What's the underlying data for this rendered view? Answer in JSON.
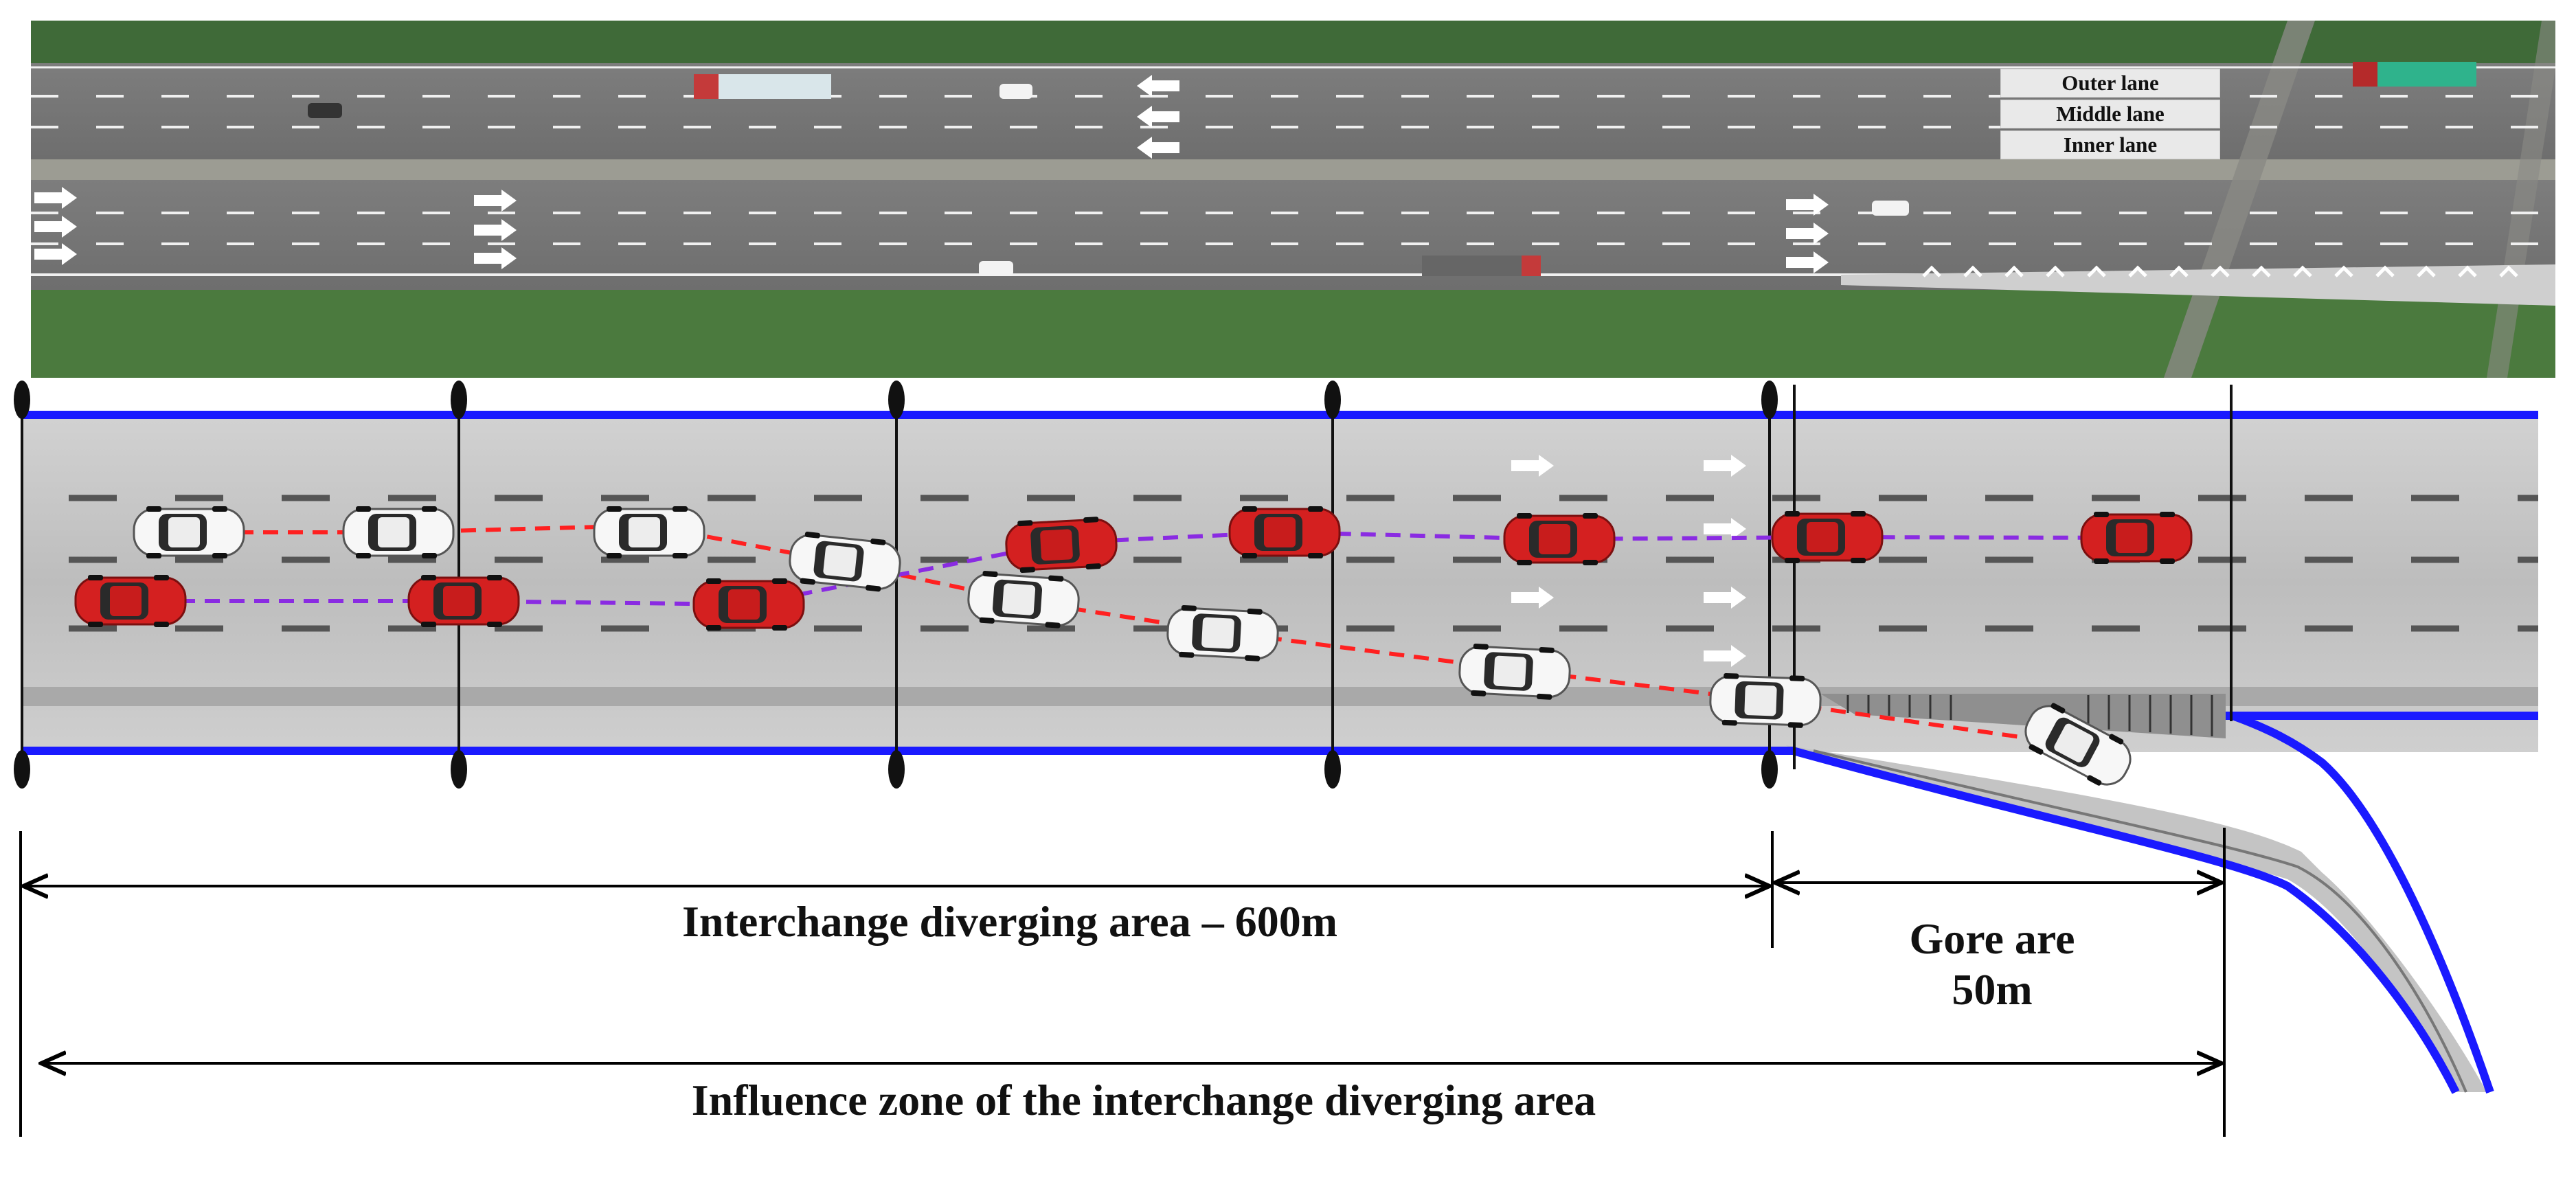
{
  "aerial": {
    "lane_labels": [
      "Outer lane",
      "Middle lane",
      "Inner lane"
    ]
  },
  "dimensions": {
    "diverging_area": "Interchange diverging area – 600m",
    "gore_line1": "Gore are",
    "gore_line2": "50m",
    "influence_zone": "Influence zone of the interchange diverging area"
  },
  "colors": {
    "road_edge": "#1a1aff",
    "trajectory_red": "#ff2020",
    "trajectory_purple": "#8a2be2",
    "car_red": "#d42020",
    "car_white": "#f7f7f7",
    "road_gray": "#c4c4c4",
    "vegetation": "#3e7a3a"
  }
}
